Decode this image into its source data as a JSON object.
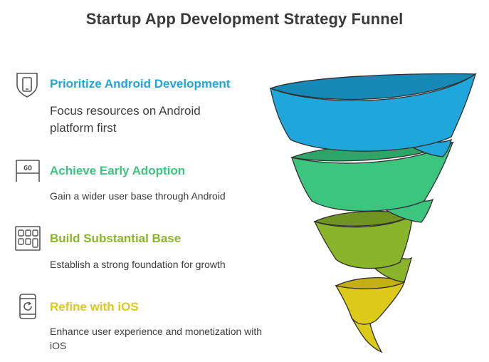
{
  "title": "Startup App Development Strategy Funnel",
  "steps": [
    {
      "heading": "Prioritize Android Development",
      "description": "Focus resources on Android platform first",
      "color": "#1fa7dc",
      "icon": "smartphone-shield-icon"
    },
    {
      "heading": "Achieve Early Adoption",
      "description": "Gain a wider user base through Android",
      "color": "#3cc57f",
      "icon": "go-sign-icon"
    },
    {
      "heading": "Build Substantial Base",
      "description": "Establish a strong foundation for growth",
      "color": "#8ab52a",
      "icon": "building-grid-icon"
    },
    {
      "heading": "Refine with iOS",
      "description": "Enhance user experience and monetization with iOS",
      "color": "#dcc918",
      "icon": "phone-refresh-icon"
    }
  ],
  "colors": {
    "title": "#3a3a3a",
    "text": "#3d3d3d",
    "icon_stroke": "#555555",
    "funnel_stroke": "#2f2f2f"
  }
}
